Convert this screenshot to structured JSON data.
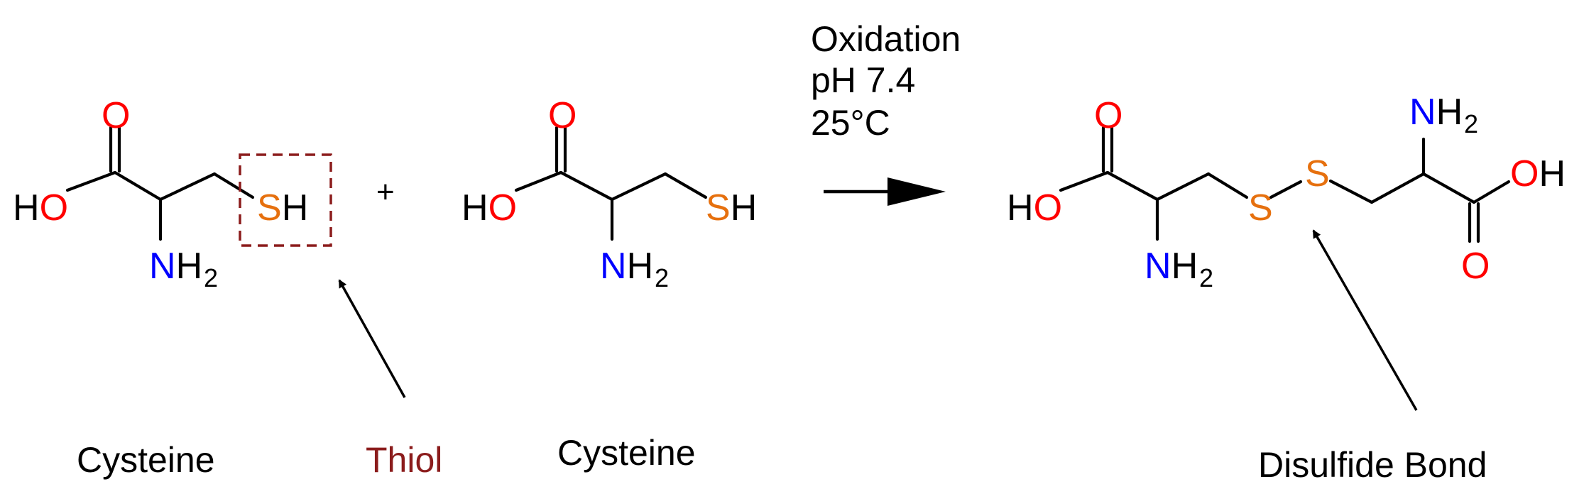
{
  "colors": {
    "oxygen": "#ff0000",
    "nitrogen": "#0000ff",
    "sulfur": "#e6700e",
    "carbon_bonds": "#000000",
    "thiol_highlight": "#8b1c1c",
    "text": "#000000"
  },
  "reactant_1": {
    "caption": "Cysteine",
    "carbonyl_o": "O",
    "hydroxyl": {
      "h": "H",
      "o": "O"
    },
    "amine": {
      "n": "N",
      "h": "H",
      "sub": "2"
    },
    "thiol": {
      "s": "S",
      "h": "H"
    }
  },
  "plus_sign": "+",
  "reactant_2": {
    "caption": "Cysteine",
    "carbonyl_o": "O",
    "hydroxyl": {
      "h": "H",
      "o": "O"
    },
    "amine": {
      "n": "N",
      "h": "H",
      "sub": "2"
    },
    "thiol": {
      "s": "S",
      "h": "H"
    }
  },
  "thiol_label": "Thiol",
  "conditions": [
    "Oxidation",
    "pH 7.4",
    "25°C"
  ],
  "product": {
    "left": {
      "carbonyl_o": "O",
      "hydroxyl": {
        "h": "H",
        "o": "O"
      },
      "amine": {
        "n": "N",
        "h": "H",
        "sub": "2"
      },
      "s": "S"
    },
    "right": {
      "s": "S",
      "amine": {
        "n": "N",
        "h": "H",
        "sub": "2"
      },
      "hydroxyl": {
        "o": "O",
        "h": "H"
      },
      "carbonyl_o": "O"
    }
  },
  "disulfide_label": "Disulfide Bond"
}
